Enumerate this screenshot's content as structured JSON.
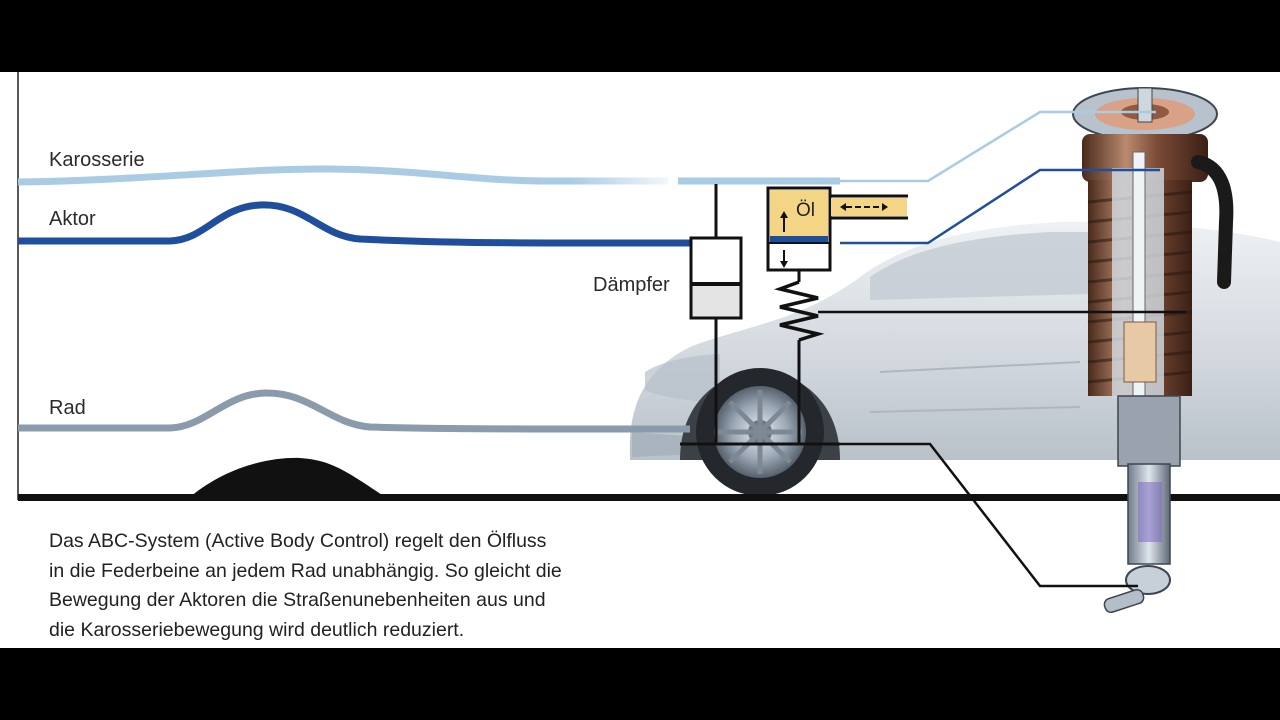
{
  "labels": {
    "karosserie": "Karosserie",
    "aktor": "Aktor",
    "rad": "Rad",
    "daempfer": "Dämpfer",
    "oel": "Öl"
  },
  "caption": {
    "lines": [
      "Das ABC-System (Active Body Control) regelt den Ölfluss",
      "in die Federbeine an jedem Rad unabhängig. So gleicht die",
      "Bewegung der Aktoren die Straßenunebenheiten aus und",
      "die Karosseriebewegung wird deutlich reduziert."
    ]
  },
  "colors": {
    "karosserie_line": "#a9cbe3",
    "aktor_line": "#1f4f9c",
    "rad_line": "#8a9bab",
    "road": "#111111",
    "oil_reservoir": "#f3d585",
    "car_body": "#d7dde3"
  },
  "icons": {
    "damper": "damper-cylinder-icon",
    "spring": "coil-spring-icon",
    "oil_reservoir": "oil-reservoir-icon",
    "flow_arrows": "bidirectional-arrow-icon",
    "strut": "suspension-strut-icon",
    "car": "car-illustration"
  }
}
